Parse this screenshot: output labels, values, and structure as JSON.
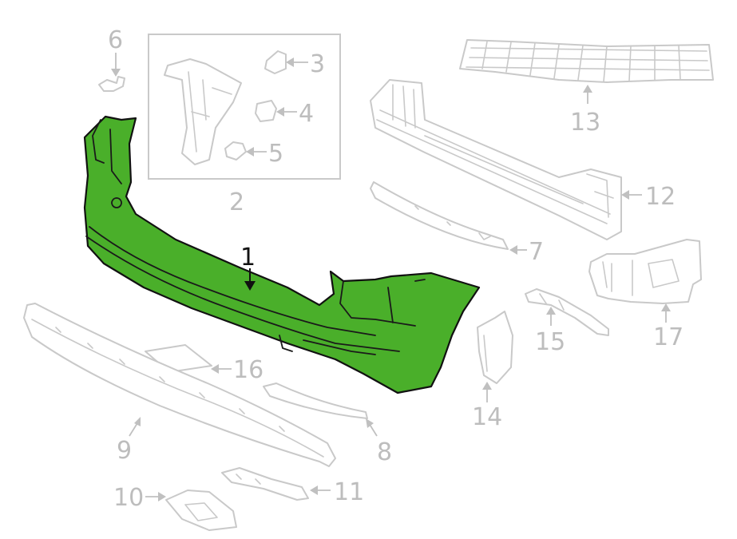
{
  "colors": {
    "highlight": "#4aaf2a",
    "outline": "#c9c9c9",
    "label": "#bdbdbd",
    "highlight_label": "#111111"
  },
  "callouts": {
    "c1": "1",
    "c2": "2",
    "c3": "3",
    "c4": "4",
    "c5": "5",
    "c6": "6",
    "c7": "7",
    "c8": "8",
    "c9": "9",
    "c10": "10",
    "c11": "11",
    "c12": "12",
    "c13": "13",
    "c14": "14",
    "c15": "15",
    "c16": "16",
    "c17": "17"
  },
  "highlighted_part": "1"
}
